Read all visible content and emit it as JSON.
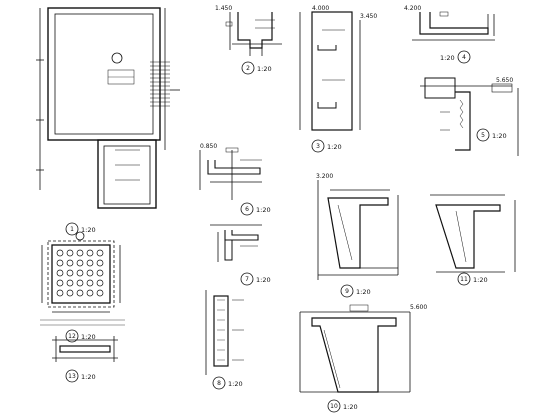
{
  "sheet": {
    "line_color": "#111111",
    "hatch_color": "#444444",
    "background": "#ffffff"
  },
  "details": [
    {
      "number": "1",
      "scale": "1:20"
    },
    {
      "number": "2",
      "scale": "1:20"
    },
    {
      "number": "3",
      "scale": "1:20"
    },
    {
      "number": "4",
      "scale": "1:20"
    },
    {
      "number": "5",
      "scale": "1:20"
    },
    {
      "number": "6",
      "scale": "1:20"
    },
    {
      "number": "7",
      "scale": "1:20"
    },
    {
      "number": "8",
      "scale": "1:20"
    },
    {
      "number": "9",
      "scale": "1:20"
    },
    {
      "number": "10",
      "scale": "1:20"
    },
    {
      "number": "11",
      "scale": "1:20"
    },
    {
      "number": "12",
      "scale": "1:20"
    },
    {
      "number": "13",
      "scale": "1:20"
    }
  ],
  "dimensions": {
    "d1": "4.000",
    "d2": "3.450",
    "d3": "4.200",
    "d4": "5.650",
    "d5": "3.200",
    "d6": "1.450",
    "d7": "0.850",
    "d8": "5.600"
  }
}
